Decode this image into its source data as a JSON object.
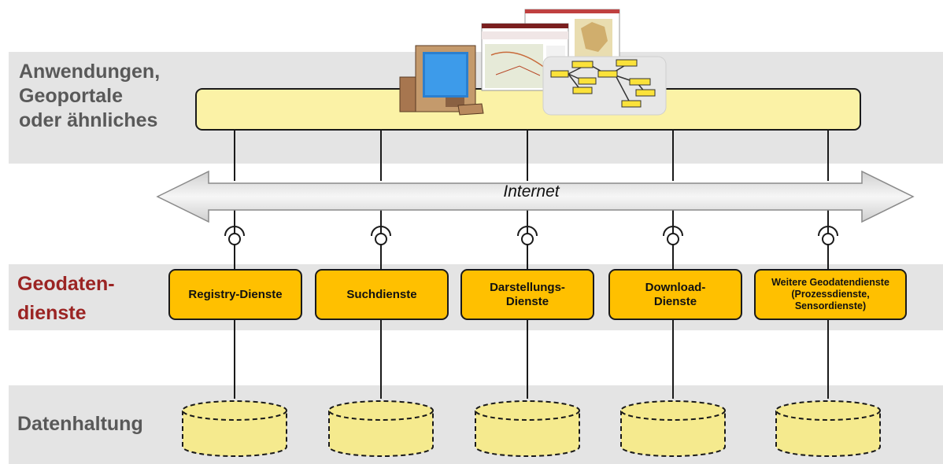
{
  "layers": {
    "applications": "Anwendungen,\nGeoportale\noder ähnliches",
    "services_line1": "Geodaten-",
    "services_line2": "dienste",
    "storage": "Datenhaltung"
  },
  "internet_label": "Internet",
  "services": [
    "Registry-Dienste",
    "Suchdienste",
    "Darstellungs-\nDienste",
    "Download-\nDienste",
    "Weitere Geodatendienste\n(Prozessdienste,\nSensordienste)"
  ],
  "colors": {
    "band": "#e4e4e4",
    "app_bar": "#fbf2a6",
    "service_box": "#ffc000",
    "cylinder": "#f5ea8e",
    "accent_text": "#9b2423",
    "label_text": "#595959"
  },
  "icons": [
    "computer-icon",
    "map-screenshots-icon",
    "workflow-diagram-icon"
  ]
}
